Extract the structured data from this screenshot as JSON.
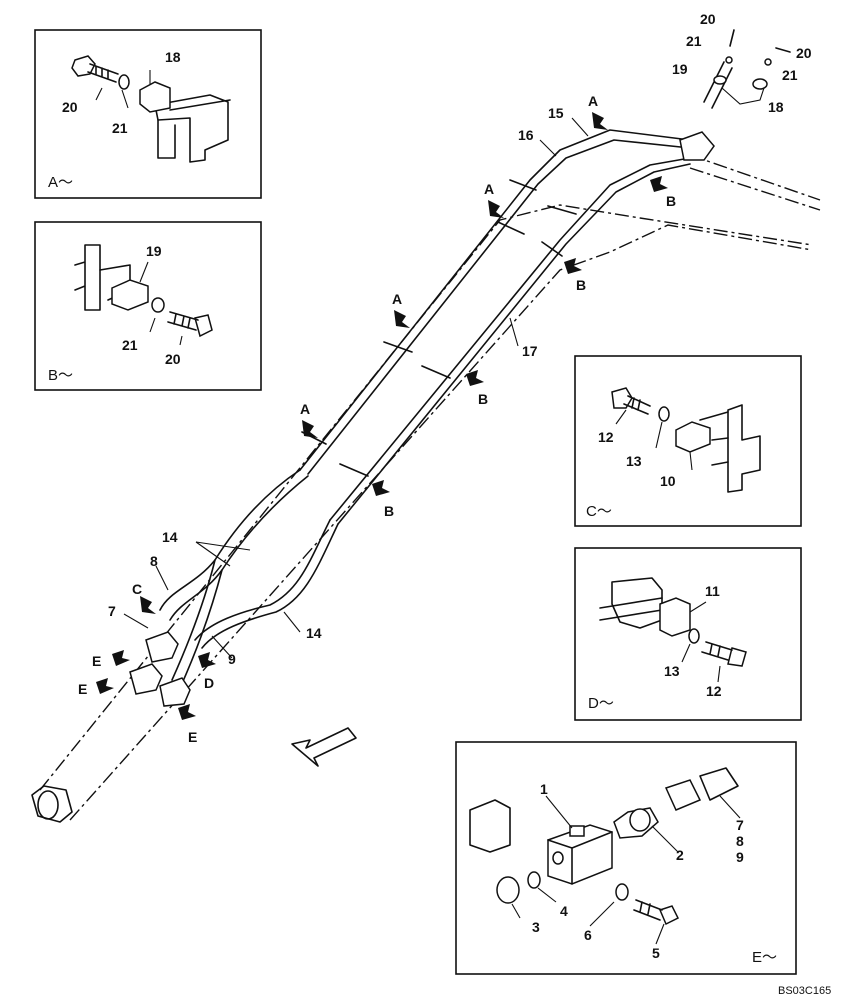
{
  "views": {
    "a": "A～",
    "b": "B～",
    "c": "C～",
    "d": "D～",
    "e": "E～"
  },
  "callouts": {
    "a": "A",
    "b": "B",
    "c": "C",
    "d": "D",
    "e": "E"
  },
  "parts": {
    "p1": "1",
    "p2": "2",
    "p3": "3",
    "p4": "4",
    "p5": "5",
    "p6": "6",
    "p7": "7",
    "p8": "8",
    "p9": "9",
    "p10": "10",
    "p11": "11",
    "p12": "12",
    "p13": "13",
    "p14": "14",
    "p15": "15",
    "p16": "16",
    "p17": "17",
    "p18": "18",
    "p19": "19",
    "p20": "20",
    "p21": "21"
  },
  "drawing_code": "BS03C165"
}
